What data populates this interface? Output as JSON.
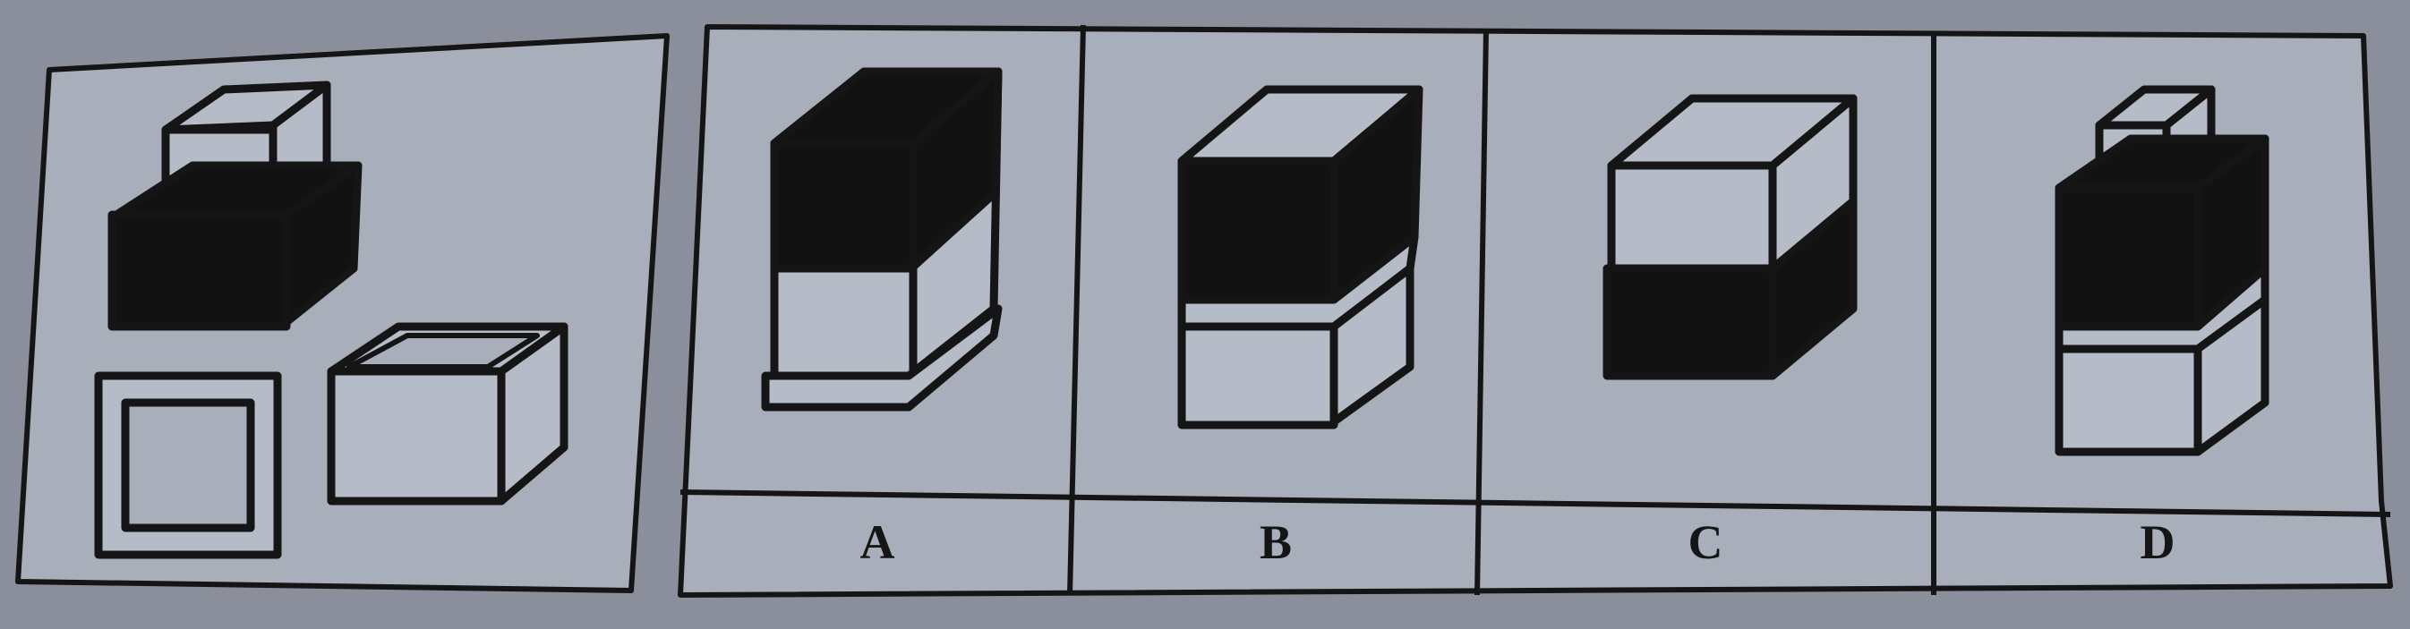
{
  "options": [
    {
      "label": "A"
    },
    {
      "label": "B"
    },
    {
      "label": "C"
    },
    {
      "label": "D"
    }
  ],
  "colors": {
    "background": "#8a8f9b",
    "panel": "#a9aebb",
    "face": "#b6bbc8",
    "dark": "#121212",
    "line": "#151515"
  }
}
